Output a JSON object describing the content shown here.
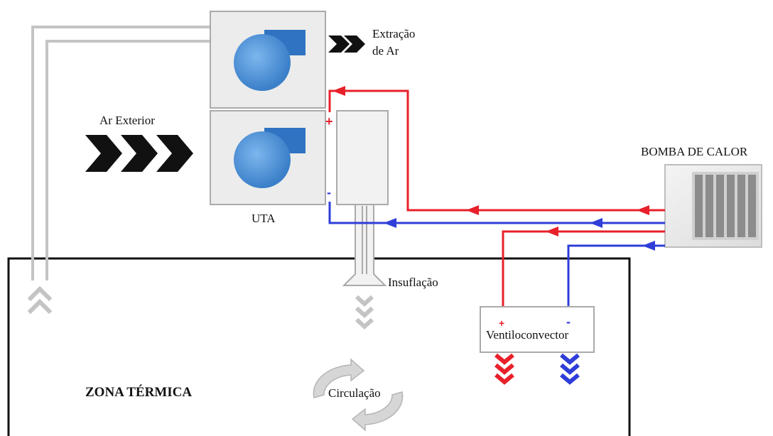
{
  "labels": {
    "extraction": [
      "Extração",
      "de Ar"
    ],
    "outside_air": "Ar Exterior",
    "ahu": "UTA",
    "heat_pump": "BOMBA DE CALOR",
    "supply": "Insuflação",
    "fan_coil": "Ventiloconvector",
    "thermal_zone": "ZONA TÉRMICA",
    "circulation": "Circulação"
  },
  "signs": {
    "plus": "+",
    "minus": "-"
  },
  "colors": {
    "hot_water": "#e8202a",
    "cold_water": "#2f3ed8",
    "fan_blue": "#4a8fd6",
    "duct_gray": "#c9c9c9",
    "unit_fill": "#ececec",
    "zone_border": "#111111"
  }
}
